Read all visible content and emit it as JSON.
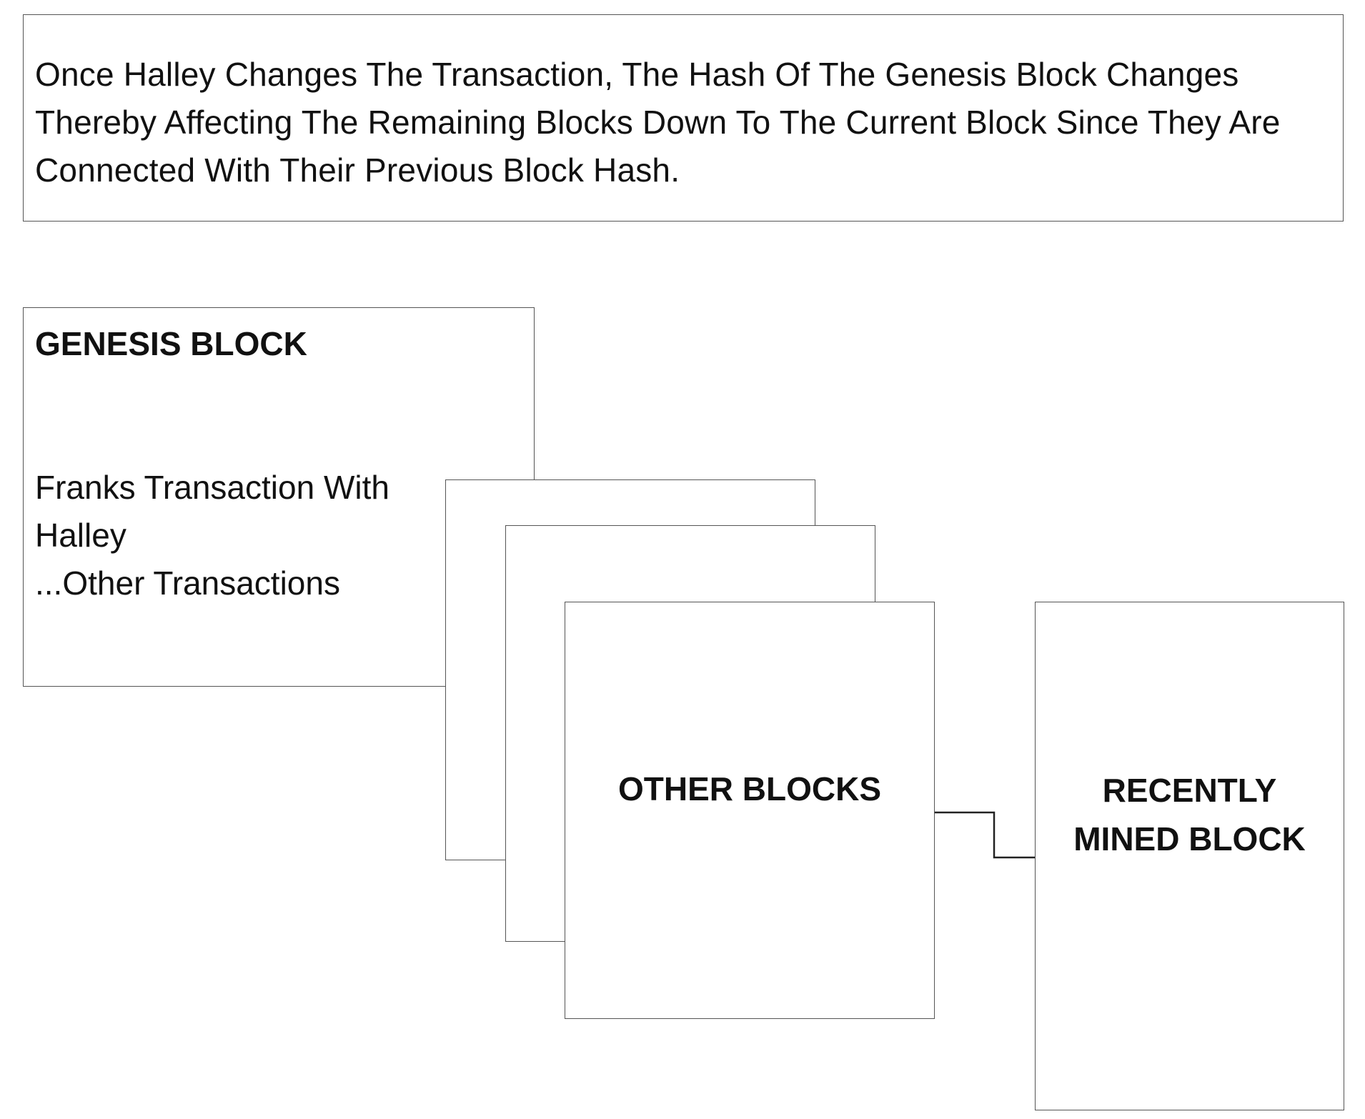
{
  "caption": {
    "text": "Once Halley Changes The Transaction, The Hash Of The Genesis Block Changes Thereby Affecting The Remaining Blocks Down To The Current Block Since They Are Connected With Their Previous Block Hash."
  },
  "genesis_block": {
    "title": "GENESIS BLOCK",
    "transactions": [
      "Franks Transaction With",
      "Halley",
      "...Other Transactions"
    ]
  },
  "other_blocks": {
    "label": "OTHER BLOCKS"
  },
  "recent_block": {
    "label_lines": [
      "RECENTLY",
      "MINED BLOCK"
    ]
  },
  "colors": {
    "border": "#555555",
    "text": "#111111",
    "connector": "#222222"
  }
}
